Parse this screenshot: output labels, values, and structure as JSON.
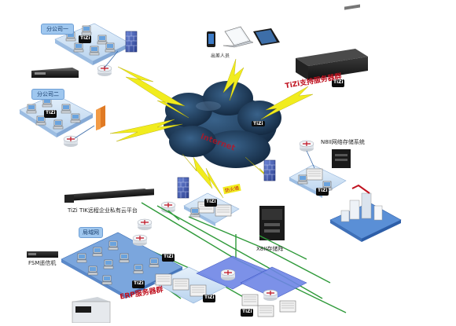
{
  "labels": {
    "branch1": "分公司一",
    "branch2": "分公司二",
    "mobile_users": "出差人员",
    "tizi_support_cluster": "TiZi支持服务器群",
    "n8_nas": "N8II网络存储系统",
    "tizi_cloud_platform": "TiZi TIK远程企业私有云平台",
    "x8_storage": "X8II存储阵",
    "fsm_device": "FSM遥信机",
    "lan": "局域网",
    "erp_cluster": "ERP服务器群",
    "cloud_text": "Internet",
    "firewall_tag": "防火墙"
  },
  "badge_text": "TiZi",
  "colors": {
    "link": "#2f9a3a",
    "bolt": "#f1ec1e",
    "cloud": "#1b3553",
    "label_red": "#c0111f",
    "pill": "#9fc7ef"
  },
  "icons": [
    "server-icon",
    "computer-icon",
    "router-icon",
    "firewall-icon",
    "cloud-icon",
    "storage-icon",
    "laptop-icon",
    "phone-icon",
    "tablet-icon",
    "lightning-icon"
  ]
}
